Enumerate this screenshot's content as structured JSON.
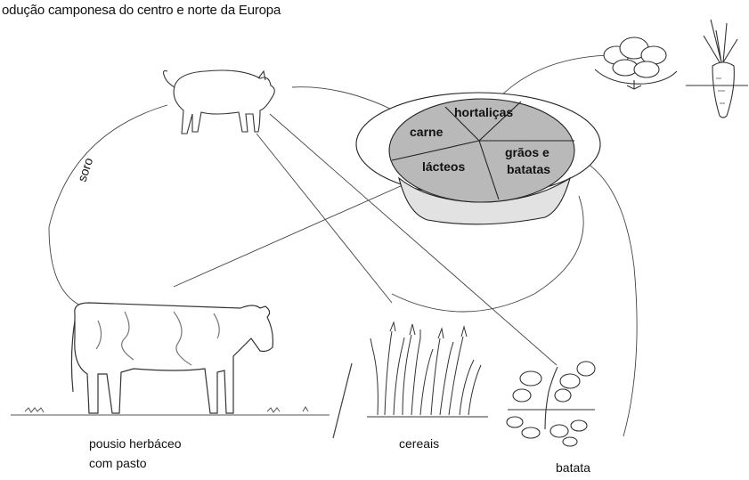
{
  "title": "odução camponesa do centro e norte da Europa",
  "bowl": {
    "segments": {
      "carne": "carne",
      "hortalicas": "hortaliças",
      "graos_line1": "grãos e",
      "graos_line2": "batatas",
      "lacteos": "lácteos"
    },
    "fill_color": "#b9b9b9",
    "base_color": "#e2e2e2"
  },
  "labels": {
    "soro": "soro",
    "pousio_line1": "pousio herbáceo",
    "pousio_line2": "com pasto",
    "cereais": "cereais",
    "batata": "batata"
  },
  "icons": [
    "pig-icon",
    "cow-icon",
    "cereal-plants-icon",
    "potato-plant-icon",
    "lettuce-icon",
    "carrot-icon",
    "food-bowl-icon"
  ]
}
